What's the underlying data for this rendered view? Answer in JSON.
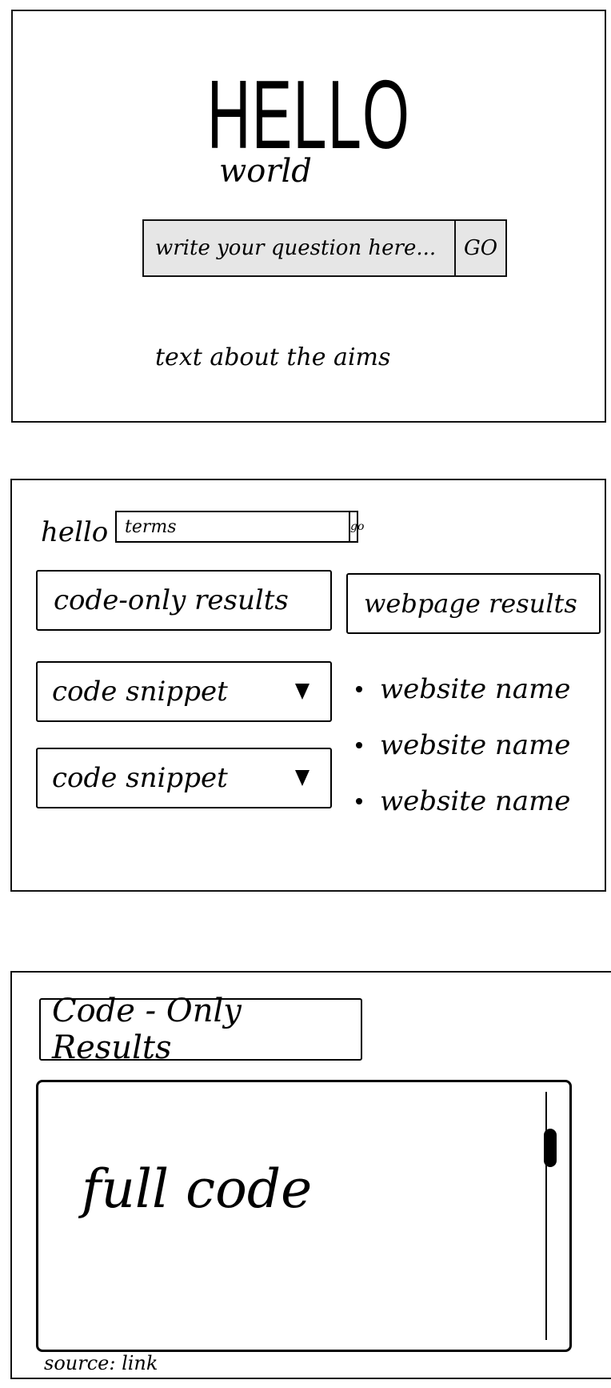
{
  "landing": {
    "title": "HELLO",
    "subtitle": "world",
    "search": {
      "placeholder": "write your question here...",
      "go_label": "GO"
    },
    "about_text": "text about the aims"
  },
  "results": {
    "logo_text": "hello",
    "search": {
      "value": "terms",
      "go_label": "go"
    },
    "tabs": [
      {
        "label": "code-only results"
      },
      {
        "label": "webpage results"
      }
    ],
    "snippets": [
      {
        "label": "code snippet"
      },
      {
        "label": "code snippet"
      }
    ],
    "websites": [
      {
        "label": "website name"
      },
      {
        "label": "website name"
      },
      {
        "label": "website name"
      }
    ]
  },
  "code_view": {
    "title": "Code - Only Results",
    "code_text": "full code",
    "source_label": "source:",
    "source_link": "link"
  }
}
